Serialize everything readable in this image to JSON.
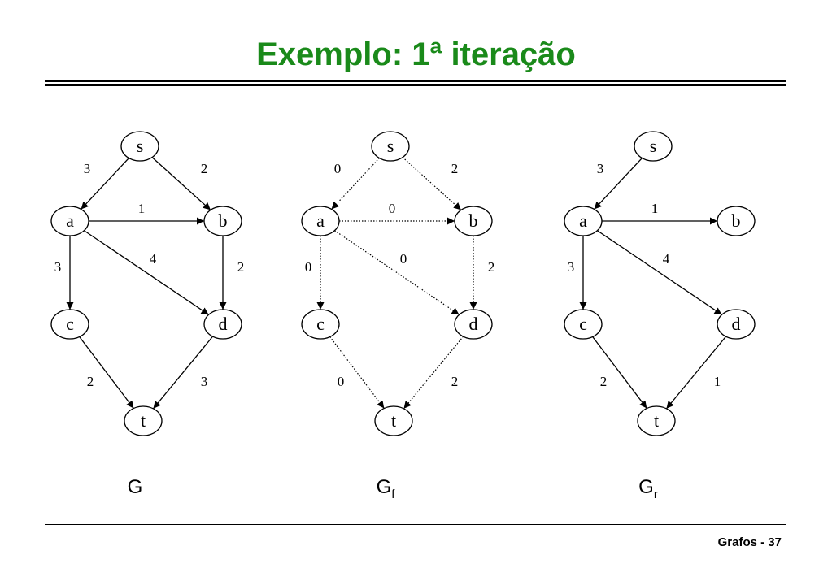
{
  "title": "Exemplo: 1ª iteração",
  "footer": "Grafos - 37",
  "colors": {
    "title": "#1a8a1a",
    "ink": "#000000",
    "background": "#ffffff"
  },
  "graphs": [
    {
      "id": "G",
      "name": "G",
      "subscript": "",
      "line_style": "solid",
      "nodes": [
        "s",
        "a",
        "b",
        "c",
        "d",
        "t"
      ],
      "edges": [
        {
          "from": "s",
          "to": "a",
          "label": "3"
        },
        {
          "from": "s",
          "to": "b",
          "label": "2"
        },
        {
          "from": "a",
          "to": "b",
          "label": "1"
        },
        {
          "from": "a",
          "to": "c",
          "label": "3"
        },
        {
          "from": "a",
          "to": "d",
          "label": "4"
        },
        {
          "from": "b",
          "to": "d",
          "label": "2"
        },
        {
          "from": "c",
          "to": "t",
          "label": "2"
        },
        {
          "from": "d",
          "to": "t",
          "label": "3"
        }
      ]
    },
    {
      "id": "Gf",
      "name": "G",
      "subscript": "f",
      "line_style": "dotted",
      "nodes": [
        "s",
        "a",
        "b",
        "c",
        "d",
        "t"
      ],
      "edges": [
        {
          "from": "s",
          "to": "a",
          "label": "0"
        },
        {
          "from": "s",
          "to": "b",
          "label": "2"
        },
        {
          "from": "a",
          "to": "b",
          "label": "0"
        },
        {
          "from": "a",
          "to": "c",
          "label": "0"
        },
        {
          "from": "a",
          "to": "d",
          "label": "0"
        },
        {
          "from": "b",
          "to": "d",
          "label": "2"
        },
        {
          "from": "c",
          "to": "t",
          "label": "0"
        },
        {
          "from": "d",
          "to": "t",
          "label": "2"
        }
      ]
    },
    {
      "id": "Gr",
      "name": "G",
      "subscript": "r",
      "line_style": "solid",
      "nodes": [
        "s",
        "a",
        "b",
        "c",
        "d",
        "t"
      ],
      "edges": [
        {
          "from": "s",
          "to": "a",
          "label": "3"
        },
        {
          "from": "a",
          "to": "b",
          "label": "1"
        },
        {
          "from": "a",
          "to": "c",
          "label": "3"
        },
        {
          "from": "a",
          "to": "d",
          "label": "4"
        },
        {
          "from": "c",
          "to": "t",
          "label": "2"
        },
        {
          "from": "d",
          "to": "t",
          "label": "1"
        }
      ]
    }
  ]
}
